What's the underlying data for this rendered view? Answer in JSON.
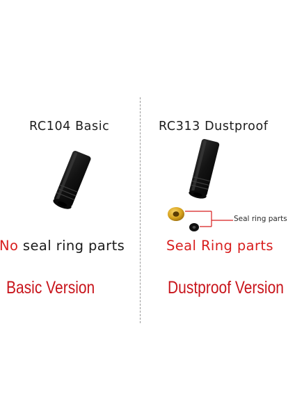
{
  "left": {
    "model": "RC104 Basic",
    "seal_prefix": "No",
    "seal_rest": " seal ring parts",
    "version": "Basic Version"
  },
  "right": {
    "model": "RC313 Dustproof",
    "seal_callout": "Seal ring parts",
    "seal_line": "Seal Ring parts",
    "version": "Dustproof Version"
  },
  "colors": {
    "accent_red": "#d81e1e",
    "title_red": "#c8141b",
    "text_dark": "#1c1c1c",
    "divider_gray": "#9a9a9a",
    "part_black": "#111111",
    "seal_gold": "#d9a520"
  }
}
